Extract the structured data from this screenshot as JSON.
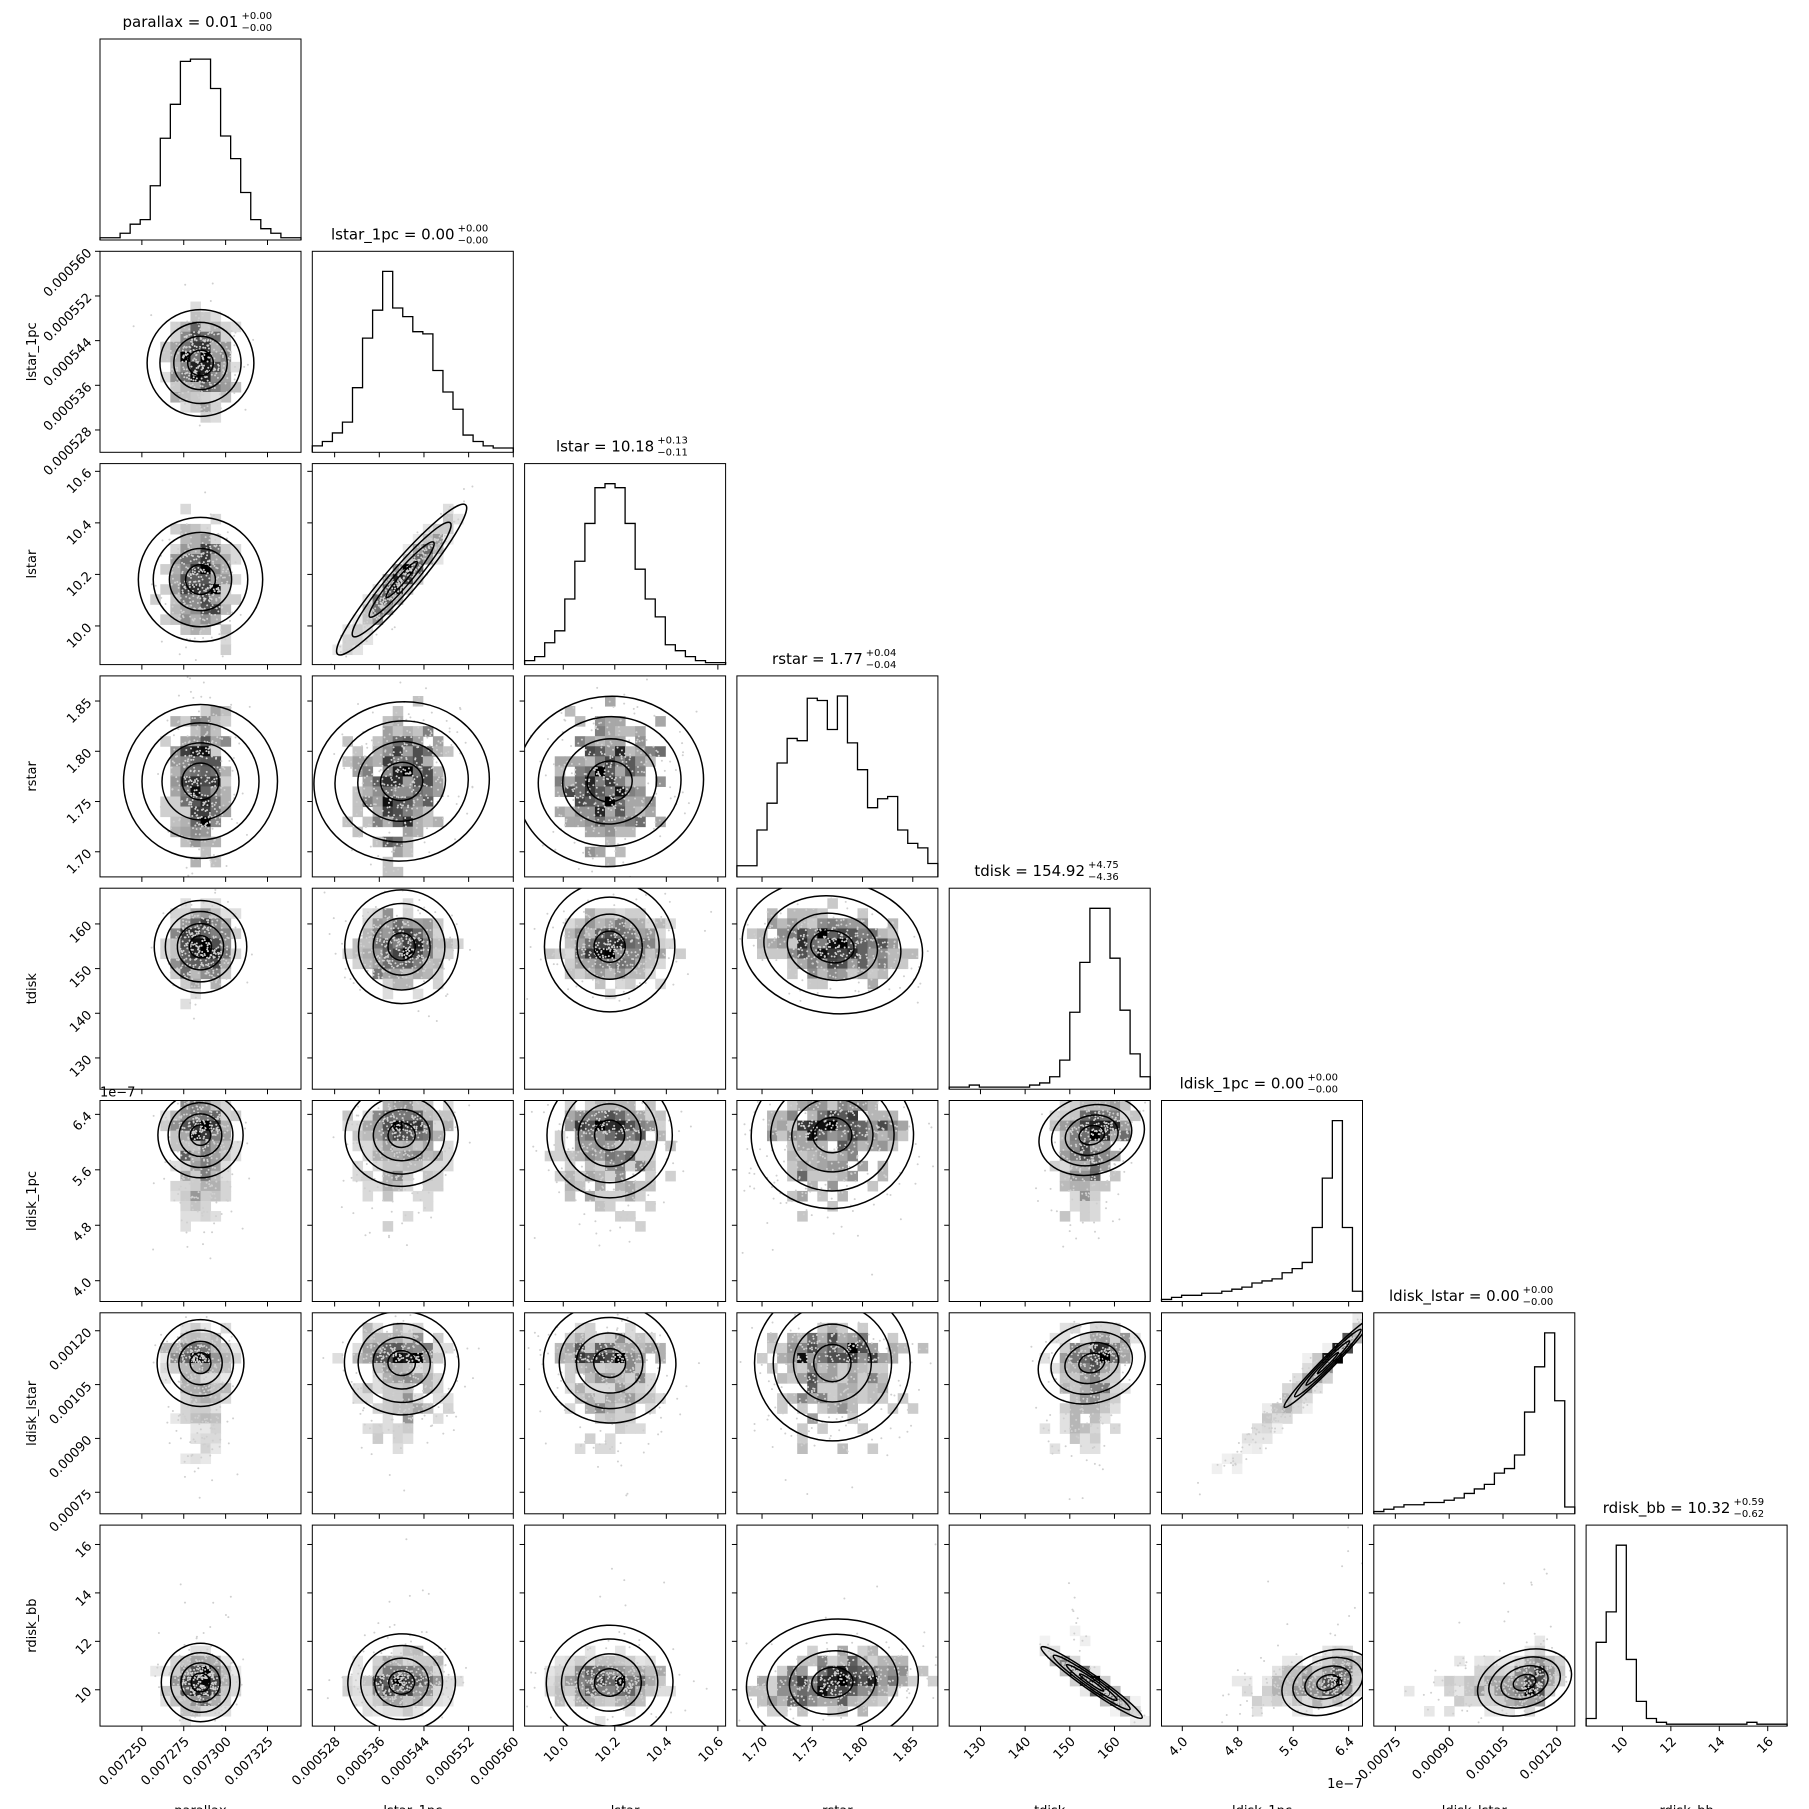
{
  "chart_data": {
    "type": "corner",
    "parameters": [
      {
        "name": "parallax",
        "label": "parallax",
        "title": "parallax = 0.01",
        "sup": "+0.00",
        "sub": "−0.00",
        "range": [
          0.007225,
          0.007345
        ],
        "center": 0.007285,
        "sigma": 1e-05,
        "ticks": [
          {
            "v": 0.00725,
            "t": "0.007250"
          },
          {
            "v": 0.007275,
            "t": "0.007275"
          },
          {
            "v": 0.0073,
            "t": "0.007300"
          },
          {
            "v": 0.007325,
            "t": "0.007325"
          }
        ],
        "hist": [
          1,
          1,
          3,
          7,
          9,
          24,
          45,
          60,
          79,
          80,
          80,
          67,
          46,
          36,
          21,
          9,
          5,
          3,
          1,
          1
        ]
      },
      {
        "name": "lstar_1pc",
        "label": "lstar_1pc",
        "title": "lstar_1pc = 0.00",
        "sup": "+0.00",
        "sub": "−0.00",
        "range": [
          0.000524,
          0.00056
        ],
        "center": 0.00054,
        "sigma": 4.5e-06,
        "ticks": [
          {
            "v": 0.000528,
            "t": "0.000528"
          },
          {
            "v": 0.000536,
            "t": "0.000536"
          },
          {
            "v": 0.000544,
            "t": "0.000544"
          },
          {
            "v": 0.000552,
            "t": "0.000552"
          },
          {
            "v": 0.00056,
            "t": "0.000560"
          }
        ],
        "hist": [
          3,
          5,
          9,
          14,
          30,
          53,
          66,
          84,
          67,
          63,
          56,
          55,
          38,
          28,
          20,
          8,
          5,
          3,
          2,
          2
        ]
      },
      {
        "name": "lstar",
        "label": "lstar",
        "title": "lstar = 10.18",
        "sup": "+0.13",
        "sub": "−0.11",
        "range": [
          9.85,
          10.63
        ],
        "center": 10.18,
        "sigma": 0.12,
        "ticks": [
          {
            "v": 10.0,
            "t": "10.0"
          },
          {
            "v": 10.2,
            "t": "10.2"
          },
          {
            "v": 10.4,
            "t": "10.4"
          },
          {
            "v": 10.6,
            "t": "10.6"
          }
        ],
        "hist": [
          2,
          4,
          11,
          17,
          33,
          52,
          71,
          89,
          91,
          89,
          71,
          48,
          33,
          24,
          10,
          7,
          4,
          2,
          1,
          1
        ]
      },
      {
        "name": "rstar",
        "label": "rstar",
        "title": "rstar = 1.77",
        "sup": "+0.04",
        "sub": "−0.04",
        "range": [
          1.675,
          1.875
        ],
        "center": 1.77,
        "sigma": 0.04,
        "ticks": [
          {
            "v": 1.7,
            "t": "1.70"
          },
          {
            "v": 1.75,
            "t": "1.75"
          },
          {
            "v": 1.8,
            "t": "1.80"
          },
          {
            "v": 1.85,
            "t": "1.85"
          }
        ],
        "hist": [
          5,
          5,
          21,
          33,
          51,
          62,
          61,
          80,
          79,
          66,
          81,
          60,
          48,
          31,
          35,
          36,
          21,
          15,
          13,
          6
        ]
      },
      {
        "name": "tdisk",
        "label": "tdisk",
        "title": "tdisk = 154.92",
        "sup": "+4.75",
        "sub": "−4.36",
        "range": [
          123,
          168
        ],
        "center": 154.9,
        "sigma": 4.5,
        "ticks": [
          {
            "v": 130,
            "t": "130"
          },
          {
            "v": 140,
            "t": "140"
          },
          {
            "v": 150,
            "t": "150"
          },
          {
            "v": 160,
            "t": "160"
          }
        ],
        "hist": [
          1,
          1,
          2,
          1,
          1,
          1,
          1,
          1,
          2,
          3,
          6,
          14,
          37,
          61,
          87,
          87,
          63,
          38,
          17,
          6
        ]
      },
      {
        "name": "ldisk_1pc",
        "label": "ldisk_1pc",
        "title": "ldisk_1pc = 0.00",
        "sup": "+0.00",
        "sub": "−0.00",
        "range": [
          3.7e-07,
          6.6e-07
        ],
        "center": 6.1e-07,
        "sigma": 2.5e-08,
        "offset": "1e−7",
        "ticks": [
          {
            "v": 4e-07,
            "t": "4.0"
          },
          {
            "v": 4.8e-07,
            "t": "4.8"
          },
          {
            "v": 5.6e-07,
            "t": "5.6"
          },
          {
            "v": 6.4e-07,
            "t": "6.4"
          }
        ],
        "hist": [
          1,
          2,
          3,
          3,
          4,
          4,
          5,
          6,
          7,
          9,
          10,
          11,
          14,
          16,
          19,
          36,
          60,
          88,
          36,
          5
        ]
      },
      {
        "name": "ldisk_lstar",
        "label": "ldisk_lstar",
        "title": "ldisk_lstar = 0.00",
        "sup": "+0.00",
        "sub": "−0.00",
        "range": [
          0.00069,
          0.00125
        ],
        "center": 0.00111,
        "sigma": 5e-05,
        "ticks": [
          {
            "v": 0.00075,
            "t": "0.00075"
          },
          {
            "v": 0.0009,
            "t": "0.00090"
          },
          {
            "v": 0.00105,
            "t": "0.00105"
          },
          {
            "v": 0.0012,
            "t": "0.00120"
          }
        ],
        "hist": [
          1,
          2,
          3,
          4,
          4,
          5,
          5,
          6,
          7,
          9,
          11,
          13,
          18,
          20,
          26,
          45,
          65,
          80,
          50,
          3
        ]
      },
      {
        "name": "rdisk_bb",
        "label": "rdisk_bb",
        "title": "rdisk_bb = 10.32",
        "sup": "+0.59",
        "sub": "−0.62",
        "range": [
          8.5,
          16.8
        ],
        "center": 10.3,
        "sigma": 0.6,
        "ticks": [
          {
            "v": 10,
            "t": "10"
          },
          {
            "v": 12,
            "t": "12"
          },
          {
            "v": 14,
            "t": "14"
          },
          {
            "v": 16,
            "t": "16"
          }
        ],
        "hist": [
          4,
          44,
          60,
          95,
          35,
          13,
          4,
          2,
          1,
          1,
          1,
          1,
          1,
          1,
          1,
          1,
          2,
          1,
          1,
          1
        ]
      }
    ],
    "correlations": [
      [
        1,
        0,
        0,
        0,
        0,
        0,
        0,
        0
      ],
      [
        0,
        1,
        0.95,
        0.1,
        0.0,
        0.1,
        -0.1,
        0.1
      ],
      [
        0,
        0.95,
        1,
        0.1,
        0.0,
        0.0,
        -0.1,
        0.1
      ],
      [
        0,
        0.1,
        0.1,
        1,
        -0.3,
        0.1,
        0.0,
        0.3
      ],
      [
        0,
        0.0,
        0.0,
        -0.3,
        1,
        0.3,
        0.3,
        -0.97
      ],
      [
        0,
        0.1,
        0.0,
        0.1,
        0.3,
        1,
        0.98,
        0.4
      ],
      [
        0,
        -0.1,
        -0.1,
        0.0,
        0.3,
        0.98,
        1,
        0.4
      ],
      [
        0,
        0.1,
        0.1,
        0.3,
        -0.97,
        0.4,
        0.4,
        1
      ]
    ]
  }
}
